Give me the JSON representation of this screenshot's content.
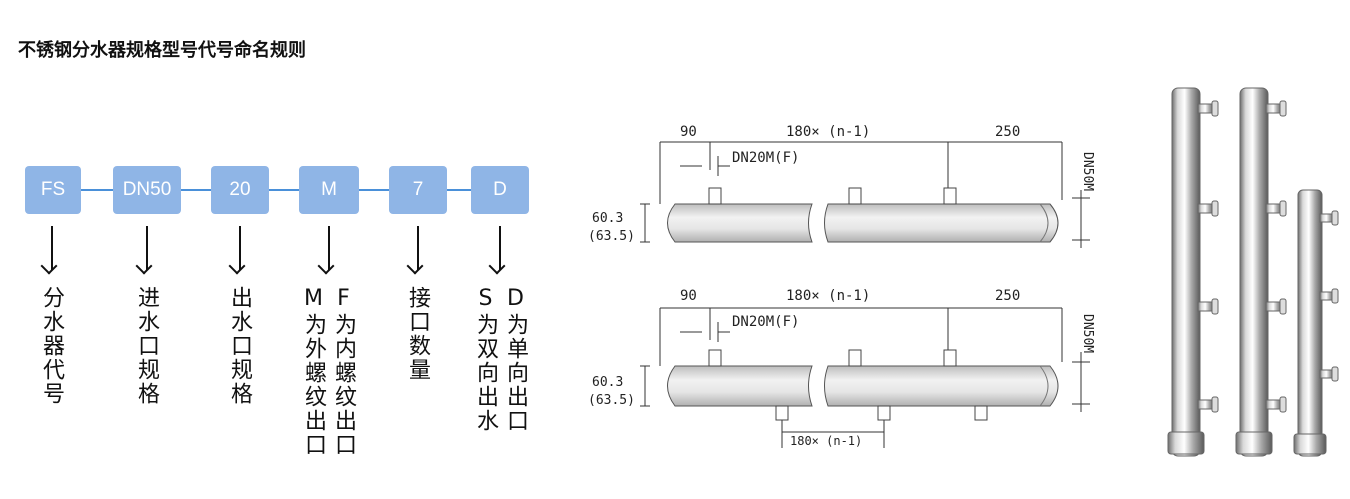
{
  "title": "不锈钢分水器规格型号代号命名规则",
  "code_items": [
    {
      "code": "FS",
      "desc": "分水器代号"
    },
    {
      "code": "DN50",
      "desc": "进水口规格"
    },
    {
      "code": "20",
      "desc": "出水口规格"
    },
    {
      "code": "M",
      "desc": "F为内螺纹出口\nM为外螺纹出口"
    },
    {
      "code": "7",
      "desc": "接口数量"
    },
    {
      "code": "D",
      "desc": "D为单向出口\nS为双向出水"
    }
  ],
  "drawing_top": {
    "dim_left": "90",
    "dim_middle": "180× (n-1)",
    "dim_right": "250",
    "outlet_label": "DN20M(F)",
    "pipe_dia_label": "DN50M",
    "od_1": "60.3",
    "od_2": "(63.5)"
  },
  "drawing_bottom": {
    "dim_left": "90",
    "dim_middle": "180× (n-1)",
    "dim_right": "250",
    "outlet_label": "DN20M(F)",
    "pipe_dia_label": "DN50M",
    "od_1": "60.3",
    "od_2": "(63.5)",
    "dim_bottom": "180× (n-1)"
  },
  "colors": {
    "box": "#8fb5e6",
    "connector": "#4a90d9"
  }
}
